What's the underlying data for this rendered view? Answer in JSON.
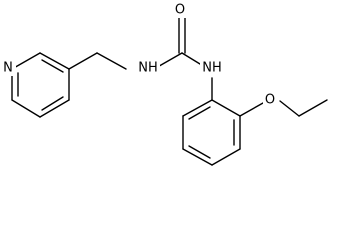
{
  "molecule": {
    "atoms": {
      "oxygen_carbonyl": "O",
      "nitrogen_amide_left": "NH",
      "nitrogen_amide_right": "NH",
      "nitrogen_pyridine": "N",
      "oxygen_ether": "O"
    }
  }
}
